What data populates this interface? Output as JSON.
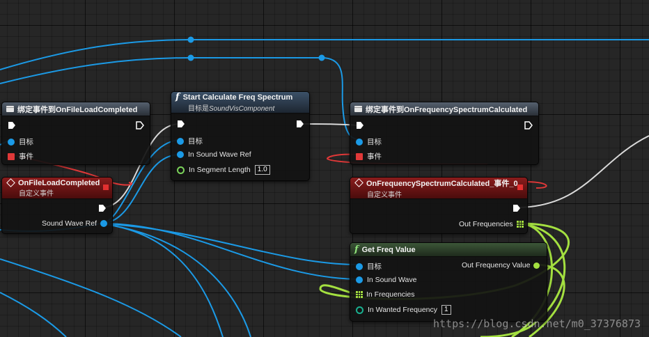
{
  "nodes": {
    "bind_file": {
      "title": "绑定事件到OnFileLoadCompleted",
      "pin_target": "目标",
      "pin_event": "事件"
    },
    "start_calc": {
      "title": "Start Calculate Freq Spectrum",
      "subtitle_prefix": "目标是",
      "subtitle_target": "SoundVisComponent",
      "pin_target": "目标",
      "pin_sound_wave_ref": "In Sound Wave Ref",
      "pin_segment_length": "In Segment Length",
      "segment_length_value": "1.0"
    },
    "on_file_loaded": {
      "title": "OnFileLoadCompleted",
      "subtitle": "自定义事件",
      "pin_sound_wave_ref": "Sound Wave Ref"
    },
    "bind_freq": {
      "title": "绑定事件到OnFrequencySpectrumCalculated",
      "pin_target": "目标",
      "pin_event": "事件"
    },
    "on_freq_calc": {
      "title": "OnFrequencySpectrumCalculated_事件_0",
      "subtitle": "自定义事件",
      "pin_out_frequencies": "Out Frequencies"
    },
    "get_freq": {
      "title": "Get Freq Value",
      "pin_target": "目标",
      "pin_out_frequency_value": "Out Frequency Value",
      "pin_in_sound_wave": "In Sound Wave",
      "pin_in_frequencies": "In Frequencies",
      "pin_in_wanted_frequency": "In Wanted Frequency",
      "wanted_frequency_value": "1"
    }
  },
  "watermark": "https://blog.csdn.net/m0_37376873",
  "colors": {
    "object_pin": "#1b9ae6",
    "float_pin": "#a4e040",
    "delegate_pin": "#e03838",
    "exec_wire": "#d9d9d9",
    "event_header": "#8a1c1c",
    "function_header": "#3c5168",
    "pure_header": "#3c5638"
  },
  "icons": {
    "event_bind": "event-node-icon",
    "function": "function-icon",
    "custom_event": "custom-event-icon",
    "exec_pin": "exec-arrow-icon",
    "array_pin": "array-grid-icon"
  }
}
